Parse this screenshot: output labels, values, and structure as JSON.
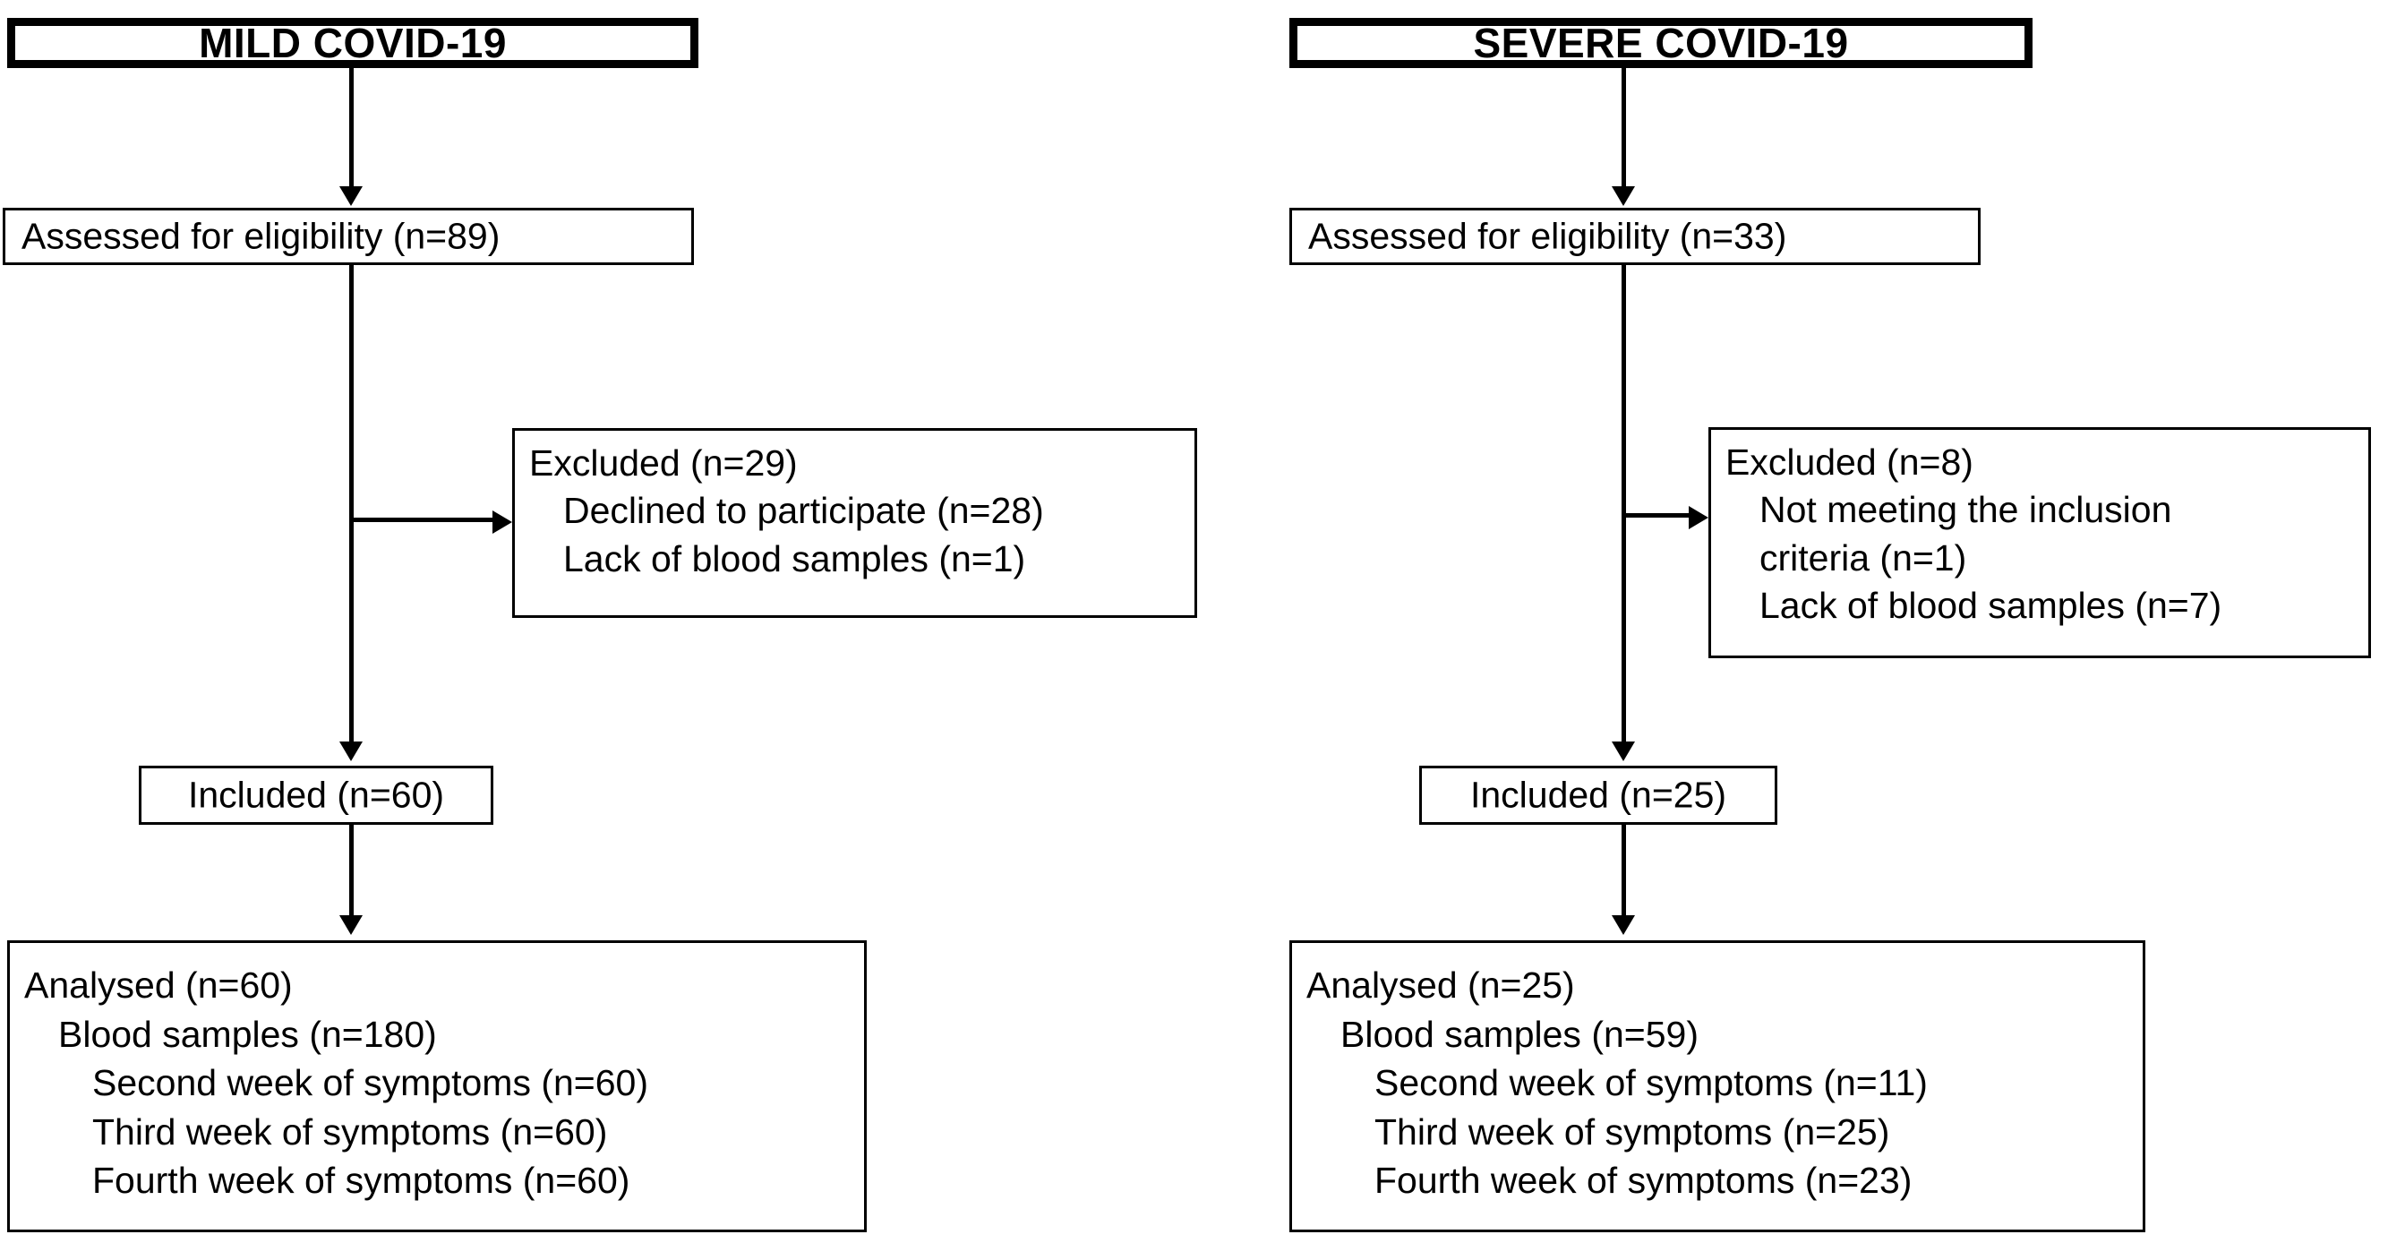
{
  "figure": {
    "type": "consort-flow-diagram",
    "columns": 2
  },
  "colors": {
    "stroke": "#000000",
    "background": "#ffffff",
    "text": "#000000"
  },
  "mild": {
    "title": "MILD COVID-19",
    "assessed": "Assessed for eligibility (n=89)",
    "excluded": {
      "heading": "Excluded (n=29)",
      "reasons": [
        "Declined to participate (n=28)",
        "Lack of blood samples (n=1)"
      ]
    },
    "included": "Included (n=60)",
    "analysed": {
      "heading": "Analysed (n=60)",
      "blood_samples": "Blood samples (n=180)",
      "timepoints": [
        "Second week of symptoms (n=60)",
        "Third week of symptoms (n=60)",
        "Fourth week of symptoms (n=60)"
      ]
    }
  },
  "severe": {
    "title": "SEVERE COVID-19",
    "assessed": "Assessed for eligibility (n=33)",
    "excluded": {
      "heading": "Excluded (n=8)",
      "reasons": [
        "Not meeting the inclusion criteria (n=1)",
        "Lack of blood samples (n=7)"
      ]
    },
    "included": "Included (n=25)",
    "analysed": {
      "heading": "Analysed (n=25)",
      "blood_samples": "Blood samples (n=59)",
      "timepoints": [
        "Second week of symptoms (n=11)",
        "Third week of symptoms (n=25)",
        "Fourth week of symptoms (n=23)"
      ]
    }
  }
}
